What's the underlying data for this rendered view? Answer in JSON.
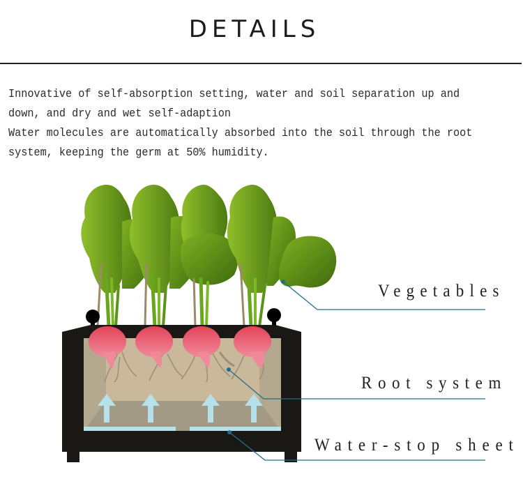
{
  "header": {
    "title": "DETAILS"
  },
  "description": {
    "lines": [
      "Innovative of self-absorption setting, water and soil separation up and",
      "down, and dry and wet self-adaption",
      "Water molecules are automatically absorbed into the soil through the root",
      "system, keeping the germ at 50% humidity."
    ]
  },
  "diagram": {
    "callouts": [
      {
        "label": "Vegetables"
      },
      {
        "label": "Root system"
      },
      {
        "label": "Water-stop sheet"
      }
    ],
    "colors": {
      "leaf_light": "#8fbf2a",
      "leaf_dark": "#4d7a12",
      "radish": "#e8485c",
      "planter": "#1a1815",
      "soil": "#c9b99a",
      "water_zone": "#a39a86",
      "water": "#b7e1ea",
      "leader_line": "#1f6f8b"
    }
  }
}
